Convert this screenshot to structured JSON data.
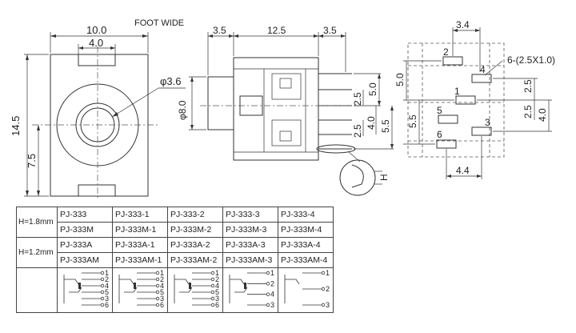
{
  "header": {
    "foot_wide": "FOOT WIDE"
  },
  "front_view": {
    "width": "10.0",
    "slot_width": "4.0",
    "hole_dia": "φ3.6",
    "height": "14.5",
    "center_height": "7.5"
  },
  "side_view": {
    "left_len": "3.5",
    "body_len": "12.5",
    "right_len": "3.5",
    "body_dia": "φ8.0",
    "pin_pitch_1": "5.0",
    "pin_pitch_2": "2.5",
    "pin_pitch_3": "2.5",
    "pin_pitch_4": "4.0",
    "pin_pitch_5": "5.5",
    "detail_h": "H"
  },
  "footprint": {
    "top_width": "3.4",
    "pads_label": "6-(2.5X1.0)",
    "left_dim": "5.0",
    "left_dim2": "5.5",
    "right_dim": "2.5",
    "right_dim2": "2.5",
    "right_dim3": "4.0",
    "bottom_width": "4.4",
    "pin_numbers": [
      "1",
      "2",
      "3",
      "4",
      "5",
      "6"
    ]
  },
  "table": {
    "h_labels": [
      "H=1.8mm",
      "H=1.2mm"
    ],
    "rows": [
      [
        "PJ-333",
        "PJ-333-1",
        "PJ-333-2",
        "PJ-333-3",
        "PJ-333-4"
      ],
      [
        "PJ-333M",
        "PJ-333M-1",
        "PJ-333M-2",
        "PJ-333M-3",
        "PJ-333M-4"
      ],
      [
        "PJ-333A",
        "PJ-333A-1",
        "PJ-333A-2",
        "PJ-333A-3",
        "PJ-333A-4"
      ],
      [
        "PJ-333AM",
        "PJ-333AM-1",
        "PJ-333AM-2",
        "PJ-333AM-3",
        "PJ-333AM-4"
      ]
    ],
    "schematics": [
      {
        "pins": [
          "1",
          "2",
          "4",
          "5",
          "3",
          "6"
        ]
      },
      {
        "pins": [
          "1",
          "2",
          "4",
          "5",
          "3",
          "6"
        ]
      },
      {
        "pins": [
          "1",
          "2",
          "4",
          "5",
          "3",
          "6"
        ]
      },
      {
        "pins": [
          "1",
          "2",
          "4",
          "3"
        ]
      },
      {
        "pins": [
          "1",
          "2",
          "3"
        ]
      }
    ]
  }
}
